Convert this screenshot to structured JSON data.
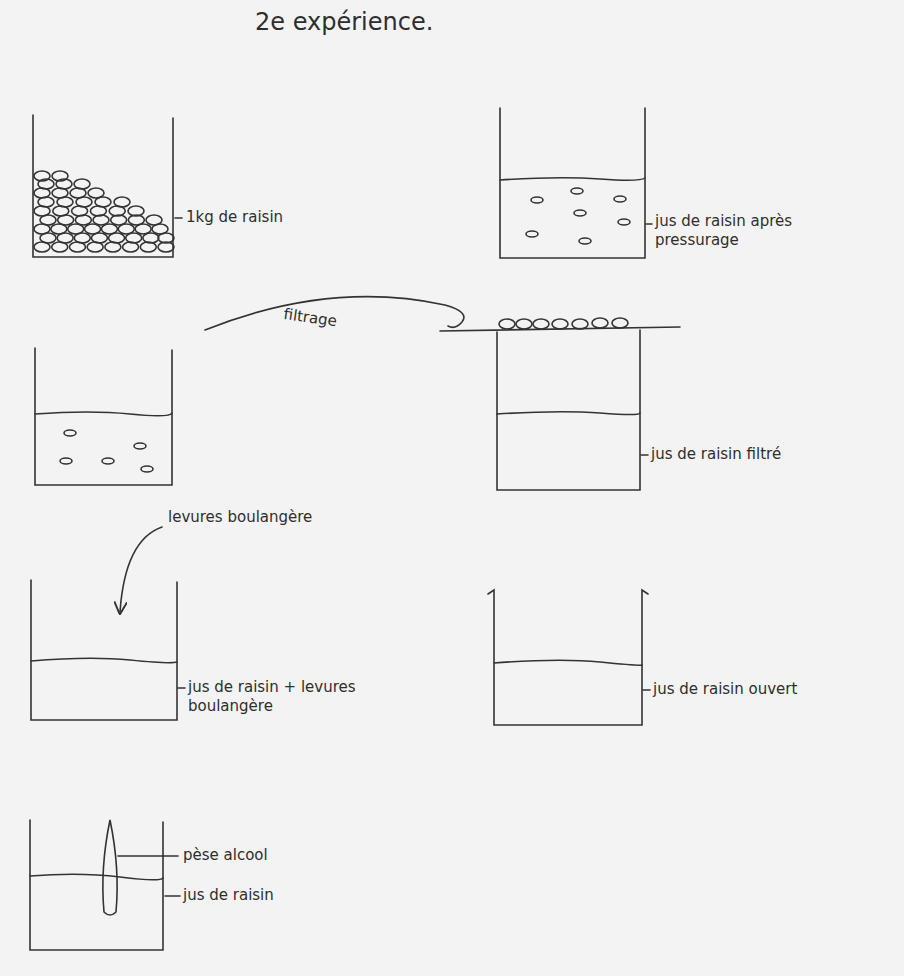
{
  "diagram": {
    "title": "2e expérience.",
    "labels": [
      "1kg de raisin",
      "jus de raisin après pressurage",
      "filtrage",
      "jus de raisin filtré",
      "levures boulangère",
      "jus de raisin + levures boulangère",
      "jus de raisin ouvert",
      "pèse alcool",
      "jus de raisin"
    ]
  }
}
